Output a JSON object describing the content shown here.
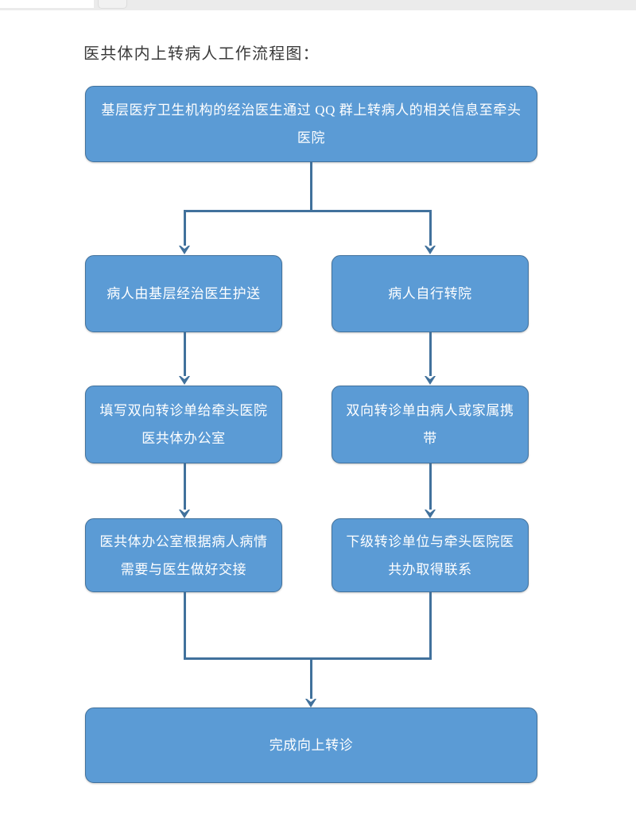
{
  "toolbar": {
    "button_label": ""
  },
  "document": {
    "title": "医共体内上转病人工作流程图："
  },
  "colors": {
    "node_fill": "#5B9BD5",
    "node_border": "#41719C",
    "node_text": "#FFFFFF",
    "connector": "#41719C",
    "title_text": "#3B3B3B",
    "page_background": "#FFFFFF",
    "toolbar_background": "#EBEBEB"
  },
  "flow": {
    "start": {
      "label": "基层医疗卫生机构的经治医生通过 QQ 群上转病人的相关信息至牵头医院"
    },
    "branch_left": [
      {
        "label": "病人由基层经治医生护送"
      },
      {
        "label": "填写双向转诊单给牵头医院医共体办公室"
      },
      {
        "label": "医共体办公室根据病人病情需要与医生做好交接"
      }
    ],
    "branch_right": [
      {
        "label": "病人自行转院"
      },
      {
        "label": "双向转诊单由病人或家属携带"
      },
      {
        "label": "下级转诊单位与牵头医院医共办取得联系"
      }
    ],
    "end": {
      "label": "完成向上转诊"
    }
  }
}
